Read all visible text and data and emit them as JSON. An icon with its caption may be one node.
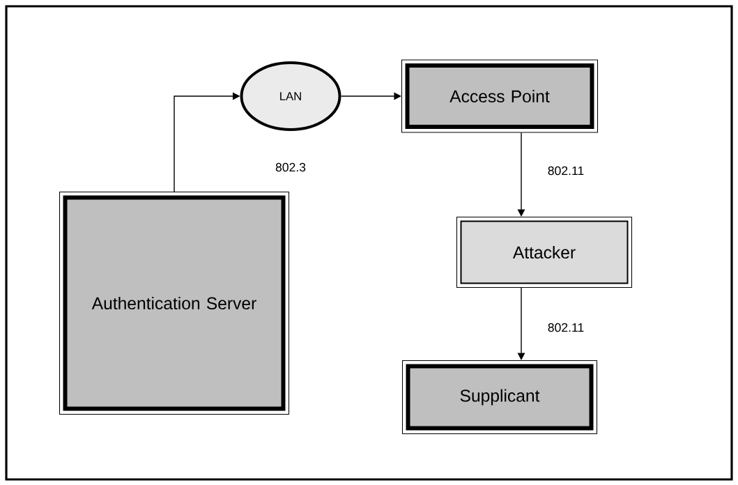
{
  "diagram": {
    "nodes": [
      {
        "text": [
          "Authentication Server"
        ]
      },
      {
        "text": [
          "LAN"
        ]
      },
      {
        "text": [
          "Access Point"
        ]
      },
      {
        "text": [
          "Attacker"
        ]
      },
      {
        "text": [
          "Supplicant"
        ]
      }
    ],
    "edges": [
      {
        "from": 0,
        "to": 1,
        "arrow": "to"
      },
      {
        "from": 1,
        "to": 2,
        "arrow": "to"
      },
      {
        "from": 2,
        "to": 3,
        "arrow": "to",
        "label": "802.11"
      },
      {
        "from": 3,
        "to": 4,
        "arrow": "to",
        "label": "802.11"
      }
    ],
    "labels": [
      "802.3"
    ]
  }
}
